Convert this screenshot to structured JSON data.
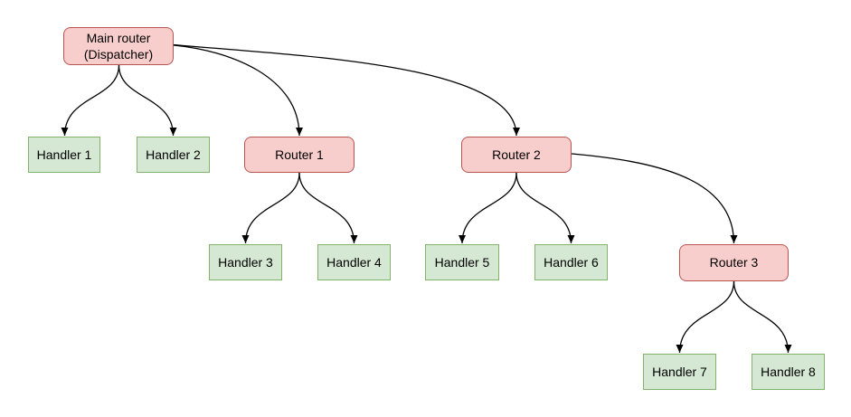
{
  "diagram": {
    "type": "tree",
    "background_color": "#ffffff",
    "colors": {
      "router_fill": "#f8cecc",
      "router_border": "#b85450",
      "handler_fill": "#d5e8d4",
      "handler_border": "#82b366",
      "edge": "#000000",
      "text": "#000000"
    },
    "nodes": {
      "main": {
        "label": "Main router\n(Dispatcher)",
        "kind": "router"
      },
      "router1": {
        "label": "Router 1",
        "kind": "router"
      },
      "router2": {
        "label": "Router 2",
        "kind": "router"
      },
      "router3": {
        "label": "Router 3",
        "kind": "router"
      },
      "handler1": {
        "label": "Handler 1",
        "kind": "handler"
      },
      "handler2": {
        "label": "Handler 2",
        "kind": "handler"
      },
      "handler3": {
        "label": "Handler 3",
        "kind": "handler"
      },
      "handler4": {
        "label": "Handler 4",
        "kind": "handler"
      },
      "handler5": {
        "label": "Handler 5",
        "kind": "handler"
      },
      "handler6": {
        "label": "Handler 6",
        "kind": "handler"
      },
      "handler7": {
        "label": "Handler 7",
        "kind": "handler"
      },
      "handler8": {
        "label": "Handler 8",
        "kind": "handler"
      }
    },
    "edges": [
      {
        "from": "main",
        "to": "handler1"
      },
      {
        "from": "main",
        "to": "handler2"
      },
      {
        "from": "main",
        "to": "router1"
      },
      {
        "from": "main",
        "to": "router2"
      },
      {
        "from": "router1",
        "to": "handler3"
      },
      {
        "from": "router1",
        "to": "handler4"
      },
      {
        "from": "router2",
        "to": "handler5"
      },
      {
        "from": "router2",
        "to": "handler6"
      },
      {
        "from": "router2",
        "to": "router3"
      },
      {
        "from": "router3",
        "to": "handler7"
      },
      {
        "from": "router3",
        "to": "handler8"
      }
    ]
  }
}
